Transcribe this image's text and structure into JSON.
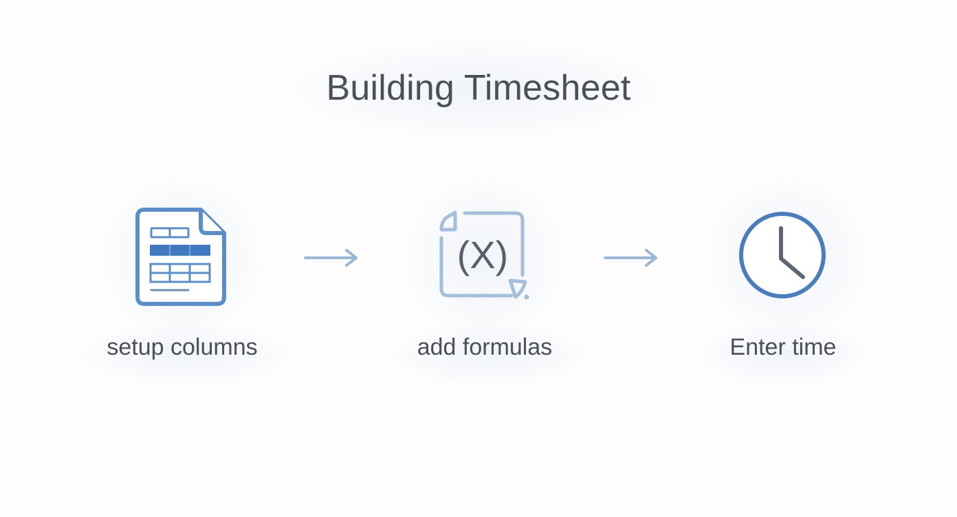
{
  "diagram": {
    "title": "Building Timesheet",
    "steps": [
      {
        "label": "setup columns",
        "icon": "spreadsheet-document-icon"
      },
      {
        "label": "add formulas",
        "icon": "formula-function-icon",
        "glyph": "(X)"
      },
      {
        "label": "Enter time",
        "icon": "clock-icon"
      }
    ],
    "connectors": [
      {
        "from": 0,
        "to": 1,
        "icon": "arrow-right-icon"
      },
      {
        "from": 1,
        "to": 2,
        "icon": "arrow-right-icon"
      }
    ],
    "colors": {
      "background": "#fdfdfe",
      "text": "#4b4f58",
      "primary_blue": "#4a7ebb",
      "light_blue": "#9dbbd8",
      "arrow_blue": "#9ab8d6",
      "dark_gray": "#5a5f6a"
    }
  }
}
